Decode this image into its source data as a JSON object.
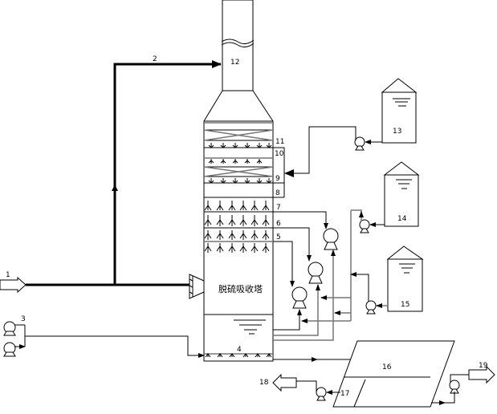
{
  "tower": {
    "title": "脱硫吸收塔"
  },
  "labels": {
    "l1": "1",
    "l2": "2",
    "l3": "3",
    "l4": "4",
    "l5": "5",
    "l6": "6",
    "l7": "7",
    "l8": "8",
    "l9": "9",
    "l10": "10",
    "l11": "11",
    "l12": "12",
    "l13": "13",
    "l14": "14",
    "l15": "15",
    "l16": "16",
    "l17": "17",
    "l18": "18",
    "l19": "19"
  }
}
